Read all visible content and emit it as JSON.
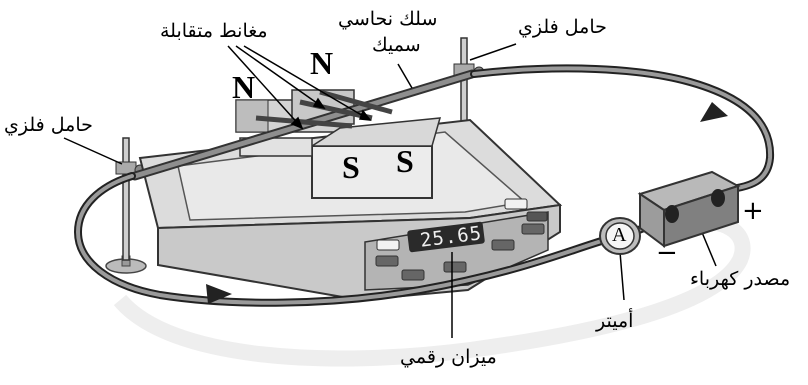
{
  "labels": {
    "opposing_magnets": "مغانط متقابلة",
    "thick_copper_wire_line1": "سلك نحاسي",
    "thick_copper_wire_line2": "سميك",
    "metal_stand_right": "حامل فلزي",
    "metal_stand_left": "حامل فلزي",
    "power_source": "مصدر كهرباء",
    "ammeter": "أميتر",
    "digital_scale": "ميزان رقمي"
  },
  "magnet_poles": {
    "north_1": "N",
    "north_2": "N",
    "south_1": "S",
    "south_2": "S"
  },
  "scale_display": "25.65",
  "ammeter_symbol": "A",
  "terminal_plus": "+",
  "terminal_minus": "−"
}
